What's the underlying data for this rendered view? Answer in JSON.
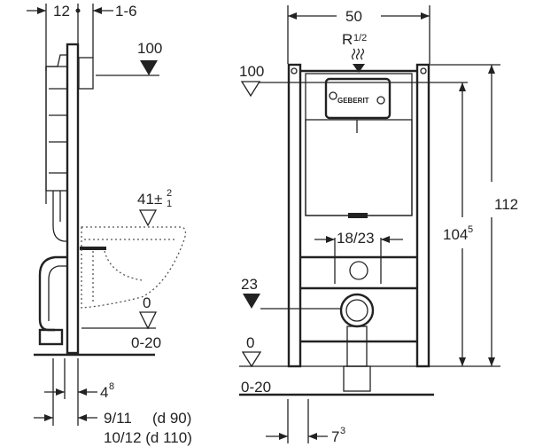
{
  "side_view": {
    "dim_top_left": "12",
    "dim_top_right": "1-6",
    "flush_plate_height": "100",
    "seat_height": "41",
    "seat_tolerance_upper": "2",
    "seat_tolerance_lower": "1",
    "floor_level": "0",
    "floor_range": "0-20",
    "dim_bottom_1": "4",
    "dim_bottom_1_sup": "8",
    "dim_bottom_2": "9/11",
    "dim_bottom_2_note": "(d 90)",
    "dim_bottom_3": "10/12 (d 110)"
  },
  "front_view": {
    "width": "50",
    "water_connection": "R",
    "water_connection_frac": "1/2",
    "brand": "GEBERIT",
    "flush_plate_height": "100",
    "total_height": "112",
    "inner_height": "104",
    "inner_height_sup": "5",
    "fixing_spacing": "18/23",
    "drain_height": "23",
    "floor_level": "0",
    "floor_range": "0-20",
    "foot_width": "7",
    "foot_width_sup": "3"
  }
}
